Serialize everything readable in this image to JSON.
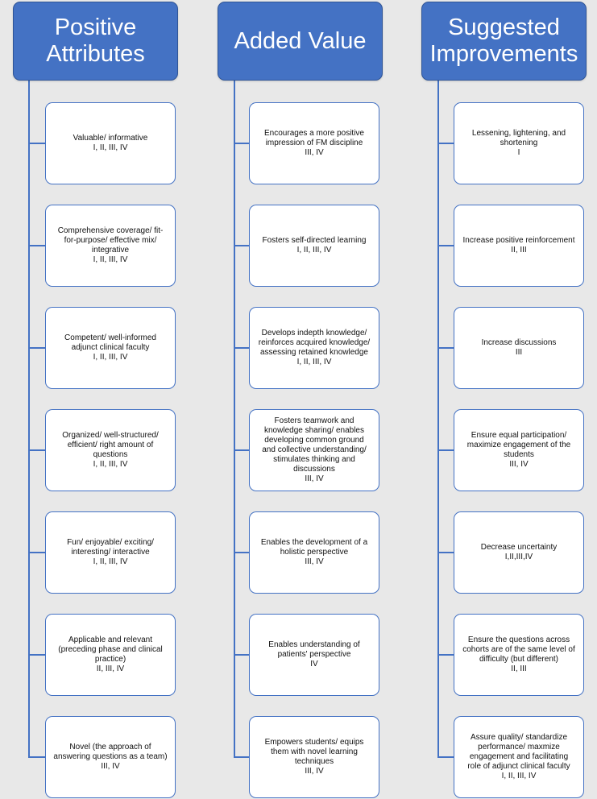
{
  "columns": [
    {
      "header": "Positive\nAttributes",
      "items": [
        {
          "text": "Valuable/ informative",
          "codes": "I, II, III, IV"
        },
        {
          "text": "Comprehensive coverage/ fit-\nfor-purpose/ effective mix/\nintegrative",
          "codes": "I, II, III, IV"
        },
        {
          "text": "Competent/ well-informed\nadjunct clinical faculty",
          "codes": "I, II, III, IV"
        },
        {
          "text": "Organized/ well-structured/\nefficient/ right amount of\nquestions",
          "codes": "I, II, III, IV"
        },
        {
          "text": "Fun/ enjoyable/ exciting/\ninteresting/ interactive",
          "codes": "I, II, III, IV"
        },
        {
          "text": "Applicable and relevant\n(preceding phase and clinical\npractice)",
          "codes": "II, III, IV"
        },
        {
          "text": "Novel (the approach of\nanswering questions as a team)",
          "codes": "III, IV"
        }
      ]
    },
    {
      "header": "Added Value",
      "items": [
        {
          "text": "Encourages a more positive\nimpression of FM discipline",
          "codes": "III, IV"
        },
        {
          "text": "Fosters self-directed learning",
          "codes": "I, II, III, IV"
        },
        {
          "text": "Develops indepth knowledge/\nreinforces acquired knowledge/\nassessing retained knowledge",
          "codes": "I, II, III, IV"
        },
        {
          "text": "Fosters teamwork and\nknowledge sharing/ enables\ndeveloping common ground\nand collective understanding/\nstimulates thinking and\ndiscussions",
          "codes": "III, IV"
        },
        {
          "text": "Enables the development of a\nholistic perspective",
          "codes": "III, IV"
        },
        {
          "text": "Enables understanding of\npatients' perspective",
          "codes": "IV"
        },
        {
          "text": "Empowers students/ equips\nthem with novel learning\ntechniques",
          "codes": "III, IV"
        }
      ]
    },
    {
      "header": "Suggested\nImprovements",
      "items": [
        {
          "text": "Lessening, lightening, and\nshortening",
          "codes": "I"
        },
        {
          "text": "Increase positive reinforcement",
          "codes": "II, III"
        },
        {
          "text": "Increase discussions",
          "codes": "III"
        },
        {
          "text": "Ensure equal participation/\nmaximize engagement of the\nstudents",
          "codes": "III, IV"
        },
        {
          "text": "Decrease uncertainty",
          "codes": "I,II,III,IV"
        },
        {
          "text": "Ensure the questions across\ncohorts are of the same level of\ndifficulty (but different)",
          "codes": "II, III"
        },
        {
          "text": "Assure quality/ standardize\nperformance/ maxmize\nengagement and facilitating\nrole of adjunct clinical faculty",
          "codes": "I, II, III, IV"
        }
      ]
    }
  ],
  "colors": {
    "accent": "#4472c4",
    "accent_border": "#2f5597",
    "background": "#e8e8e8",
    "box_fill": "#ffffff"
  }
}
